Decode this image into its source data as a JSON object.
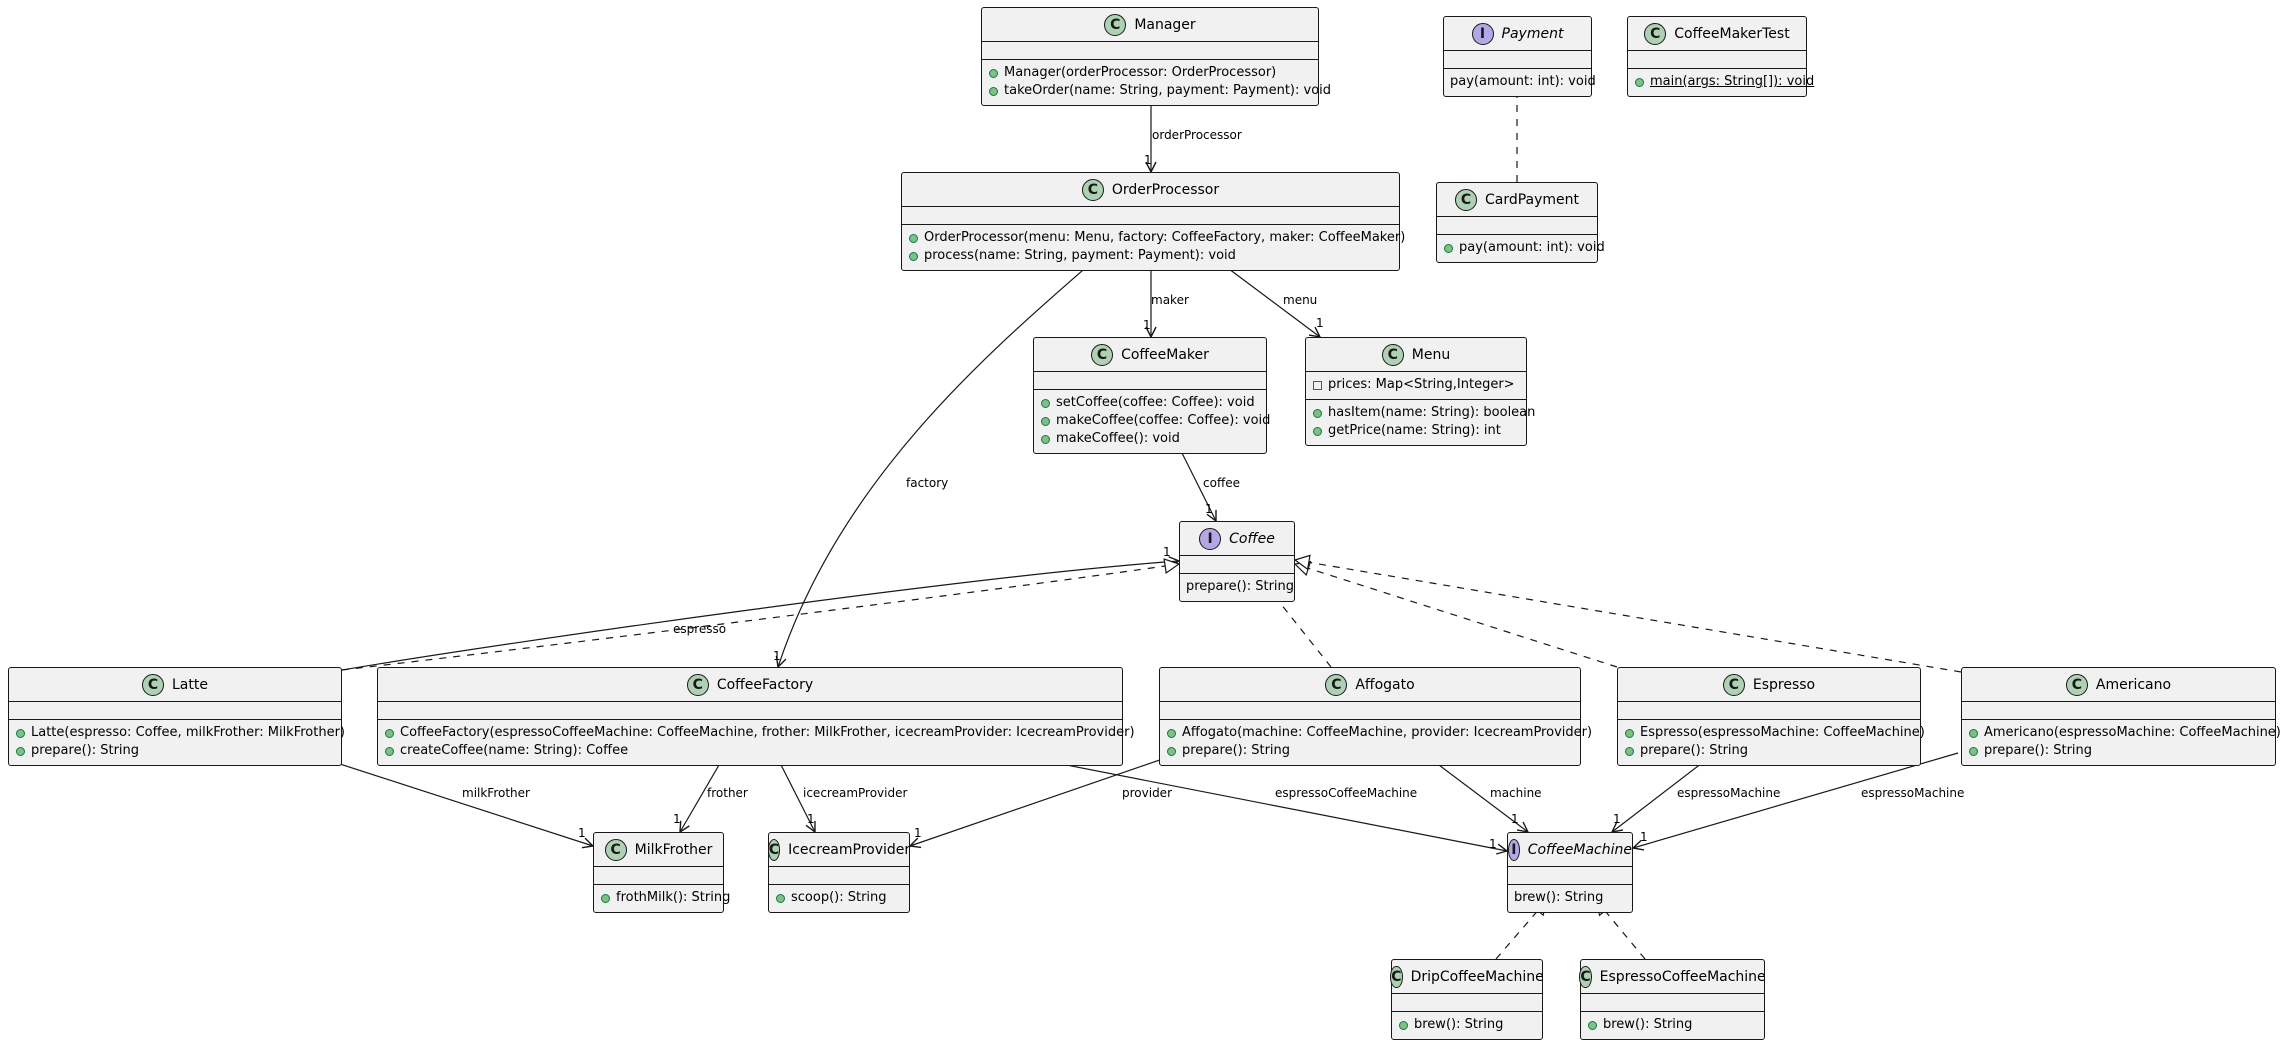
{
  "classes": {
    "manager": {
      "name": "Manager",
      "kind": "class",
      "fields": [],
      "methods": [
        {
          "vis": "public",
          "text": "Manager(orderProcessor: OrderProcessor)"
        },
        {
          "vis": "public",
          "text": "takeOrder(name: String, payment: Payment): void"
        }
      ]
    },
    "payment": {
      "name": "Payment",
      "kind": "interface",
      "fields": [],
      "methods": [
        {
          "vis": "none",
          "text": "pay(amount: int): void"
        }
      ]
    },
    "coffeemakertest": {
      "name": "CoffeeMakerTest",
      "kind": "class",
      "fields": [],
      "methods": [
        {
          "vis": "public",
          "text": "main(args: String[]): void",
          "static": true
        }
      ]
    },
    "orderprocessor": {
      "name": "OrderProcessor",
      "kind": "class",
      "fields": [],
      "methods": [
        {
          "vis": "public",
          "text": "OrderProcessor(menu: Menu, factory: CoffeeFactory, maker: CoffeeMaker)"
        },
        {
          "vis": "public",
          "text": "process(name: String, payment: Payment): void"
        }
      ]
    },
    "cardpayment": {
      "name": "CardPayment",
      "kind": "class",
      "fields": [],
      "methods": [
        {
          "vis": "public",
          "text": "pay(amount: int): void"
        }
      ]
    },
    "coffeemaker": {
      "name": "CoffeeMaker",
      "kind": "class",
      "fields": [],
      "methods": [
        {
          "vis": "public",
          "text": "setCoffee(coffee: Coffee): void"
        },
        {
          "vis": "public",
          "text": "makeCoffee(coffee: Coffee): void"
        },
        {
          "vis": "public",
          "text": "makeCoffee(): void"
        }
      ]
    },
    "menu": {
      "name": "Menu",
      "kind": "class",
      "fields": [
        {
          "vis": "private",
          "text": "prices: Map<String,Integer>"
        }
      ],
      "methods": [
        {
          "vis": "public",
          "text": "hasItem(name: String): boolean"
        },
        {
          "vis": "public",
          "text": "getPrice(name: String): int"
        }
      ]
    },
    "coffee": {
      "name": "Coffee",
      "kind": "interface",
      "fields": [],
      "methods": [
        {
          "vis": "none",
          "text": "prepare(): String"
        }
      ]
    },
    "latte": {
      "name": "Latte",
      "kind": "class",
      "fields": [],
      "methods": [
        {
          "vis": "public",
          "text": "Latte(espresso: Coffee, milkFrother: MilkFrother)"
        },
        {
          "vis": "public",
          "text": "prepare(): String"
        }
      ]
    },
    "coffeefactory": {
      "name": "CoffeeFactory",
      "kind": "class",
      "fields": [],
      "methods": [
        {
          "vis": "public",
          "text": "CoffeeFactory(espressoCoffeeMachine: CoffeeMachine, frother: MilkFrother, icecreamProvider: IcecreamProvider)"
        },
        {
          "vis": "public",
          "text": "createCoffee(name: String): Coffee"
        }
      ]
    },
    "affogato": {
      "name": "Affogato",
      "kind": "class",
      "fields": [],
      "methods": [
        {
          "vis": "public",
          "text": "Affogato(machine: CoffeeMachine, provider: IcecreamProvider)"
        },
        {
          "vis": "public",
          "text": "prepare(): String"
        }
      ]
    },
    "espresso": {
      "name": "Espresso",
      "kind": "class",
      "fields": [],
      "methods": [
        {
          "vis": "public",
          "text": "Espresso(espressoMachine: CoffeeMachine)"
        },
        {
          "vis": "public",
          "text": "prepare(): String"
        }
      ]
    },
    "americano": {
      "name": "Americano",
      "kind": "class",
      "fields": [],
      "methods": [
        {
          "vis": "public",
          "text": "Americano(espressoMachine: CoffeeMachine)"
        },
        {
          "vis": "public",
          "text": "prepare(): String"
        }
      ]
    },
    "milkfrother": {
      "name": "MilkFrother",
      "kind": "class",
      "fields": [],
      "methods": [
        {
          "vis": "public",
          "text": "frothMilk(): String"
        }
      ]
    },
    "icecreamprovider": {
      "name": "IcecreamProvider",
      "kind": "class",
      "fields": [],
      "methods": [
        {
          "vis": "public",
          "text": "scoop(): String"
        }
      ]
    },
    "coffeemachine": {
      "name": "CoffeeMachine",
      "kind": "interface",
      "fields": [],
      "methods": [
        {
          "vis": "none",
          "text": "brew(): String"
        }
      ]
    },
    "dripcoffeemachine": {
      "name": "DripCoffeeMachine",
      "kind": "class",
      "fields": [],
      "methods": [
        {
          "vis": "public",
          "text": "brew(): String"
        }
      ]
    },
    "espressocoffeemachine": {
      "name": "EspressoCoffeeMachine",
      "kind": "class",
      "fields": [],
      "methods": [
        {
          "vis": "public",
          "text": "brew(): String"
        }
      ]
    }
  },
  "relations": [
    {
      "type": "association",
      "from": "manager",
      "to": "orderprocessor",
      "label": "orderProcessor",
      "multiplicity": "1"
    },
    {
      "type": "association",
      "from": "orderprocessor",
      "to": "coffeemaker",
      "label": "maker",
      "multiplicity": "1"
    },
    {
      "type": "association",
      "from": "orderprocessor",
      "to": "menu",
      "label": "menu",
      "multiplicity": "1"
    },
    {
      "type": "association",
      "from": "orderprocessor",
      "to": "coffeefactory",
      "label": "factory",
      "multiplicity": "1"
    },
    {
      "type": "association",
      "from": "coffeemaker",
      "to": "coffee",
      "label": "coffee",
      "multiplicity": "1"
    },
    {
      "type": "association",
      "from": "latte",
      "to": "coffee",
      "label": "espresso",
      "multiplicity": "1"
    },
    {
      "type": "realization",
      "from": "cardpayment",
      "to": "payment"
    },
    {
      "type": "realization",
      "from": "latte",
      "to": "coffee"
    },
    {
      "type": "realization",
      "from": "affogato",
      "to": "coffee"
    },
    {
      "type": "realization",
      "from": "espresso",
      "to": "coffee"
    },
    {
      "type": "realization",
      "from": "americano",
      "to": "coffee"
    },
    {
      "type": "association",
      "from": "latte",
      "to": "milkfrother",
      "label": "milkFrother",
      "multiplicity": "1"
    },
    {
      "type": "association",
      "from": "coffeefactory",
      "to": "milkfrother",
      "label": "frother",
      "multiplicity": "1"
    },
    {
      "type": "association",
      "from": "coffeefactory",
      "to": "icecreamprovider",
      "label": "icecreamProvider",
      "multiplicity": "1"
    },
    {
      "type": "association",
      "from": "coffeefactory",
      "to": "coffeemachine",
      "label": "espressoCoffeeMachine",
      "multiplicity": "1"
    },
    {
      "type": "association",
      "from": "affogato",
      "to": "icecreamprovider",
      "label": "provider",
      "multiplicity": "1"
    },
    {
      "type": "association",
      "from": "affogato",
      "to": "coffeemachine",
      "label": "machine",
      "multiplicity": "1"
    },
    {
      "type": "association",
      "from": "espresso",
      "to": "coffeemachine",
      "label": "espressoMachine",
      "multiplicity": "1"
    },
    {
      "type": "association",
      "from": "americano",
      "to": "coffeemachine",
      "label": "espressoMachine",
      "multiplicity": "1"
    },
    {
      "type": "realization",
      "from": "dripcoffeemachine",
      "to": "coffeemachine"
    },
    {
      "type": "realization",
      "from": "espressocoffeemachine",
      "to": "coffeemachine"
    }
  ]
}
